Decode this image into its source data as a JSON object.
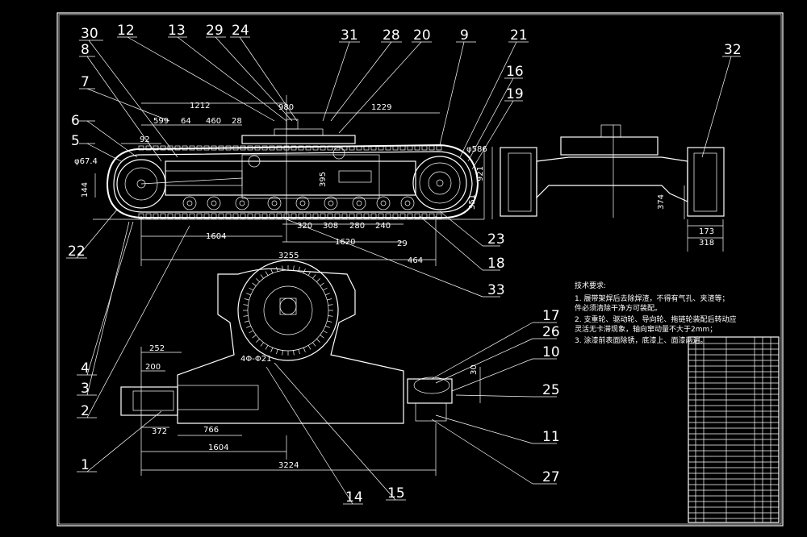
{
  "drawing": {
    "part_labels": {
      "p1": "1",
      "p2": "2",
      "p3": "3",
      "p4": "4",
      "p5": "5",
      "p6": "6",
      "p7": "7",
      "p8": "8",
      "p9": "9",
      "p10": "10",
      "p11": "11",
      "p12": "12",
      "p13": "13",
      "p14": "14",
      "p15": "15",
      "p16": "16",
      "p17": "17",
      "p18": "18",
      "p19": "19",
      "p20": "20",
      "p21": "21",
      "p22": "22",
      "p23": "23",
      "p24": "24",
      "p25": "25",
      "p26": "26",
      "p27": "27",
      "p28": "28",
      "p29": "29",
      "p30": "30",
      "p31": "31",
      "p32": "32",
      "p33": "33"
    },
    "dimensions": {
      "d980": "980",
      "d1212": "1212",
      "d1229": "1229",
      "d599": "599",
      "d64": "64",
      "d460": "460",
      "d28": "28",
      "d92": "92",
      "d674": "φ67.4",
      "d144": "144",
      "d395": "395",
      "d586": "φ586",
      "d921": "921",
      "d351": "351",
      "d320": "320",
      "d308": "308",
      "d280": "280",
      "d240": "240",
      "d1604a": "1604",
      "d1620": "1620",
      "d29": "29",
      "d464": "464",
      "d3255": "3255",
      "d374": "374",
      "d173": "173",
      "d318": "318",
      "d252": "252",
      "d200": "200",
      "d372": "372",
      "d766": "766",
      "d1604b": "1604",
      "d3224": "3224",
      "d4021": "4Φ-Φ21",
      "d30": "30"
    },
    "notes": {
      "title": "技术要求:",
      "lines": [
        "1. 履带架焊后去除焊渣，不得有气孔、夹渣等；",
        "件必须清除干净方可装配。",
        "2. 支重轮、驱动轮、导向轮、拖链轮装配后转动应",
        "灵活无卡滞现象，轴向窜动量不大于2mm；",
        "3. 涂漆前表面除锈，底漆上、面漆两遍。"
      ]
    }
  }
}
